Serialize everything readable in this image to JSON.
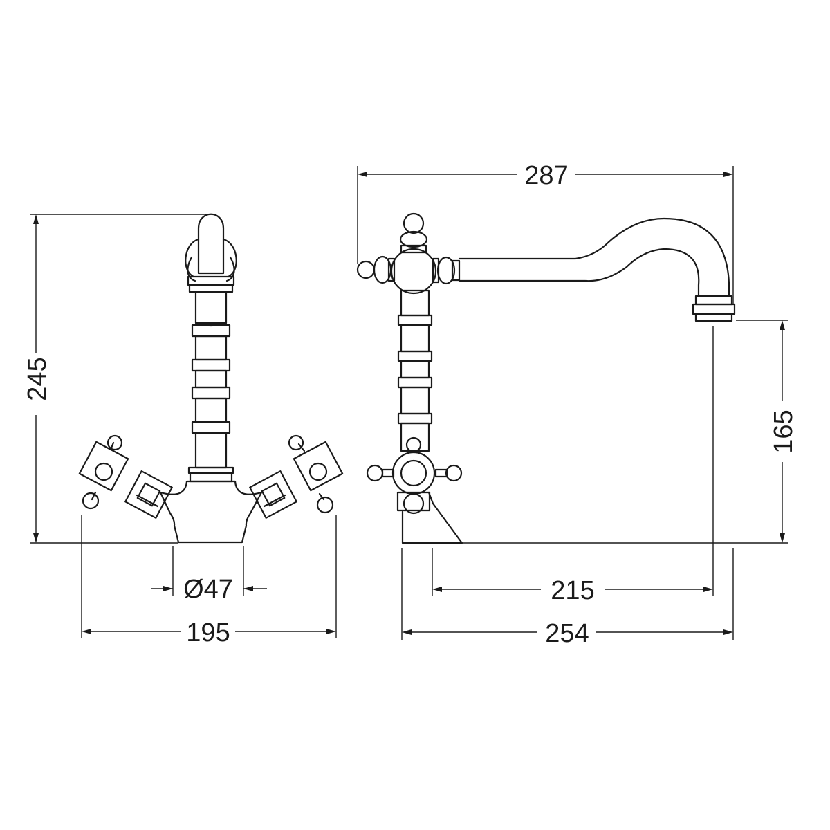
{
  "dimensions": {
    "front_height": "245",
    "front_base_diameter": "Ø47",
    "front_overall_width": "195",
    "side_overall_length": "287",
    "side_spout_height": "165",
    "side_spout_reach": "215",
    "side_base_length": "254"
  },
  "colors": {
    "line": "#1a1a1a",
    "background": "#ffffff"
  }
}
